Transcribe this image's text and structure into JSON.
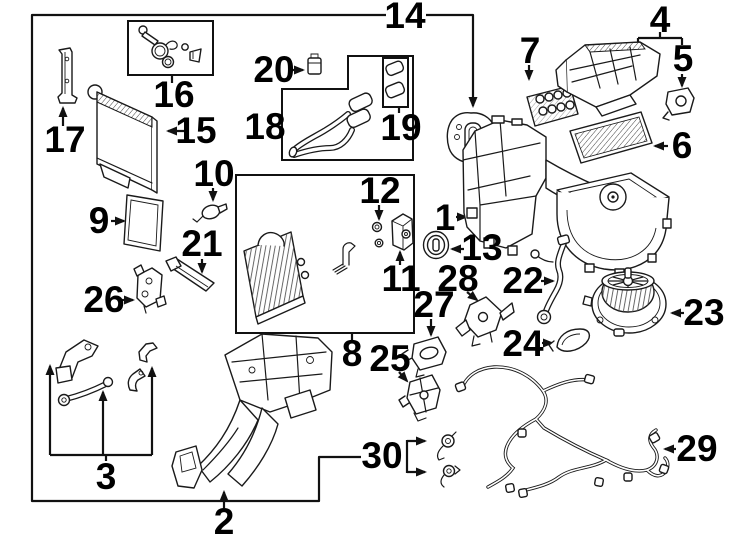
{
  "figure": {
    "type": "exploded-parts-diagram",
    "subject": "HVAC evaporator and heater components",
    "colors": {
      "background": "#ffffff",
      "line_art": "#1a1a1a",
      "leader_lines": "#111111",
      "labels": "#000000"
    },
    "callouts": [
      {
        "label": "1"
      },
      {
        "label": "2"
      },
      {
        "label": "3"
      },
      {
        "label": "4"
      },
      {
        "label": "5"
      },
      {
        "label": "6"
      },
      {
        "label": "7"
      },
      {
        "label": "8"
      },
      {
        "label": "9"
      },
      {
        "label": "10"
      },
      {
        "label": "11"
      },
      {
        "label": "12"
      },
      {
        "label": "13"
      },
      {
        "label": "14"
      },
      {
        "label": "15"
      },
      {
        "label": "16"
      },
      {
        "label": "17"
      },
      {
        "label": "18"
      },
      {
        "label": "19"
      },
      {
        "label": "20"
      },
      {
        "label": "21"
      },
      {
        "label": "22"
      },
      {
        "label": "23"
      },
      {
        "label": "24"
      },
      {
        "label": "25"
      },
      {
        "label": "26"
      },
      {
        "label": "27"
      },
      {
        "label": "28"
      },
      {
        "label": "29"
      },
      {
        "label": "30"
      }
    ]
  }
}
